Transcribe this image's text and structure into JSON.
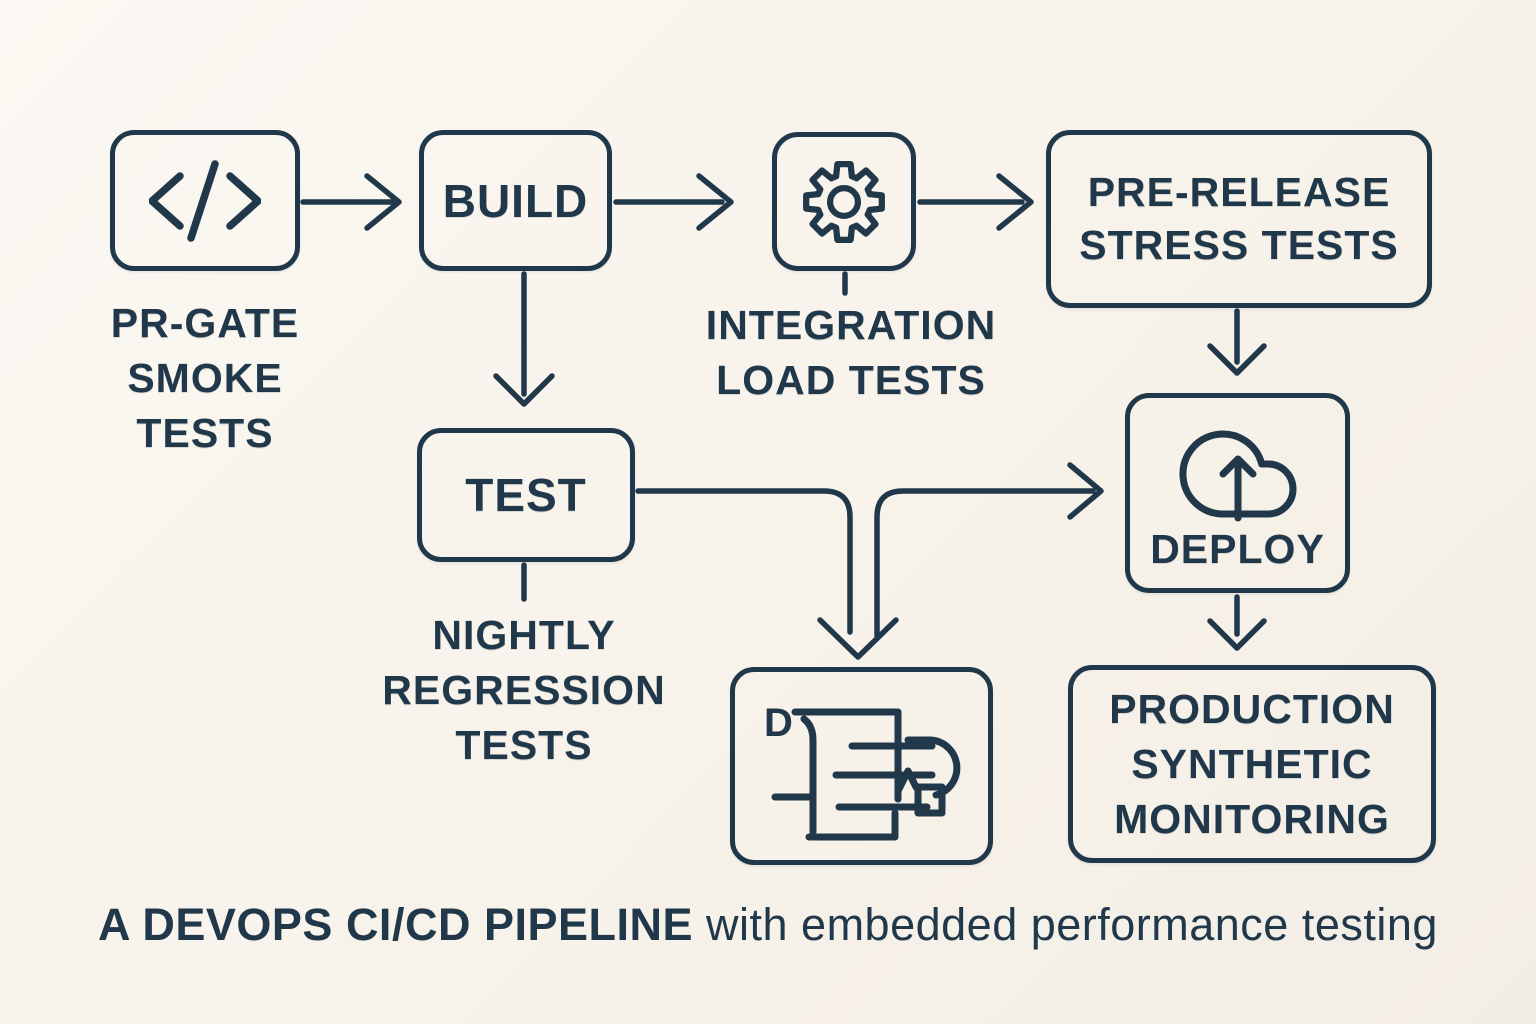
{
  "colors": {
    "background": "#f7f2ea",
    "ink": "#20384a"
  },
  "diagram": {
    "boxes": {
      "source": {
        "icon": "code-icon"
      },
      "build": {
        "label": "BUILD"
      },
      "integration": {
        "icon": "gear-icon"
      },
      "pre_release": {
        "line1": "PRE-RELEASE",
        "line2": "STRESS TESTS"
      },
      "test": {
        "label": "TEST"
      },
      "deploy": {
        "label": "DEPLOY",
        "icon": "cloud-upload-icon"
      },
      "report": {
        "icon": "test-report-icon",
        "letter": "D"
      },
      "production": {
        "line1": "PRODUCTION",
        "line2": "SYNTHETIC",
        "line3": "MONITORING"
      }
    },
    "annotations": {
      "pr_gate": {
        "line1": "PR-GATE",
        "line2": "SMOKE",
        "line3": "TESTS"
      },
      "integration_load": {
        "line1": "INTEGRATION",
        "line2": "LOAD TESTS"
      },
      "nightly_regression": {
        "line1": "NIGHTLY",
        "line2": "REGRESSION",
        "line3": "TESTS"
      }
    },
    "caption": {
      "emphasis": "A DEVOPS CI/CD PIPELINE",
      "rest": "with embedded performance testing"
    }
  }
}
